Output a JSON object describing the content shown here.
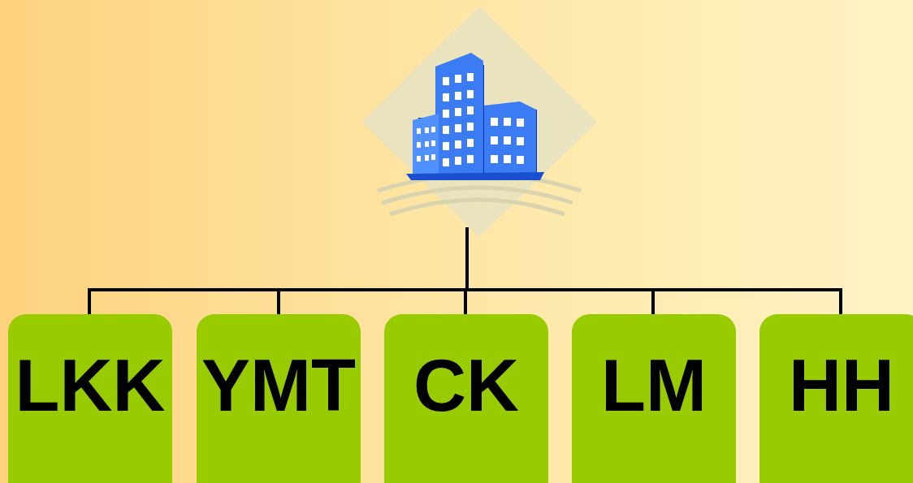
{
  "diagram": {
    "nodes": [
      {
        "text": [
          "LKK"
        ]
      },
      {
        "text": [
          "YMT"
        ]
      },
      {
        "text": [
          "CK"
        ]
      },
      {
        "text": [
          "LM"
        ]
      },
      {
        "text": [
          "HH"
        ]
      }
    ]
  }
}
